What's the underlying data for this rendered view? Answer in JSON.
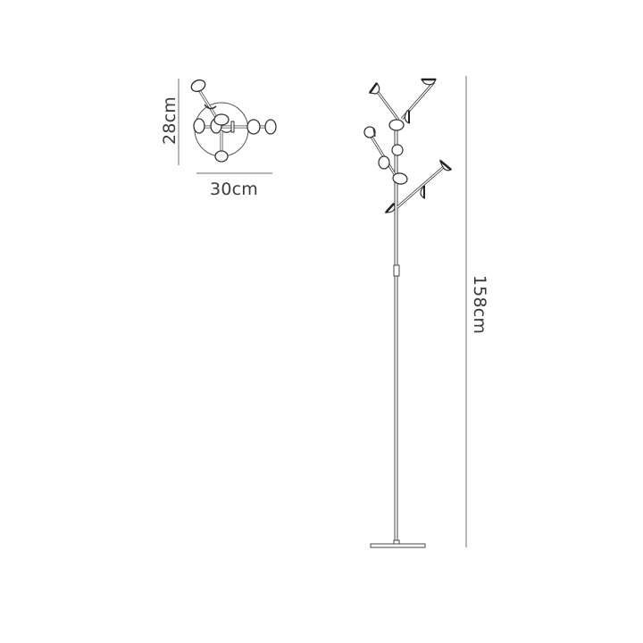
{
  "diagram": {
    "subject": "floor lamp dimension drawing",
    "top_view": {
      "height_label": "28cm",
      "width_label": "30cm"
    },
    "side_view": {
      "height_label": "158cm"
    },
    "colors": {
      "line": "#444444",
      "dimension_line": "#888888",
      "text": "#3a3a3a",
      "background": "#ffffff"
    }
  }
}
